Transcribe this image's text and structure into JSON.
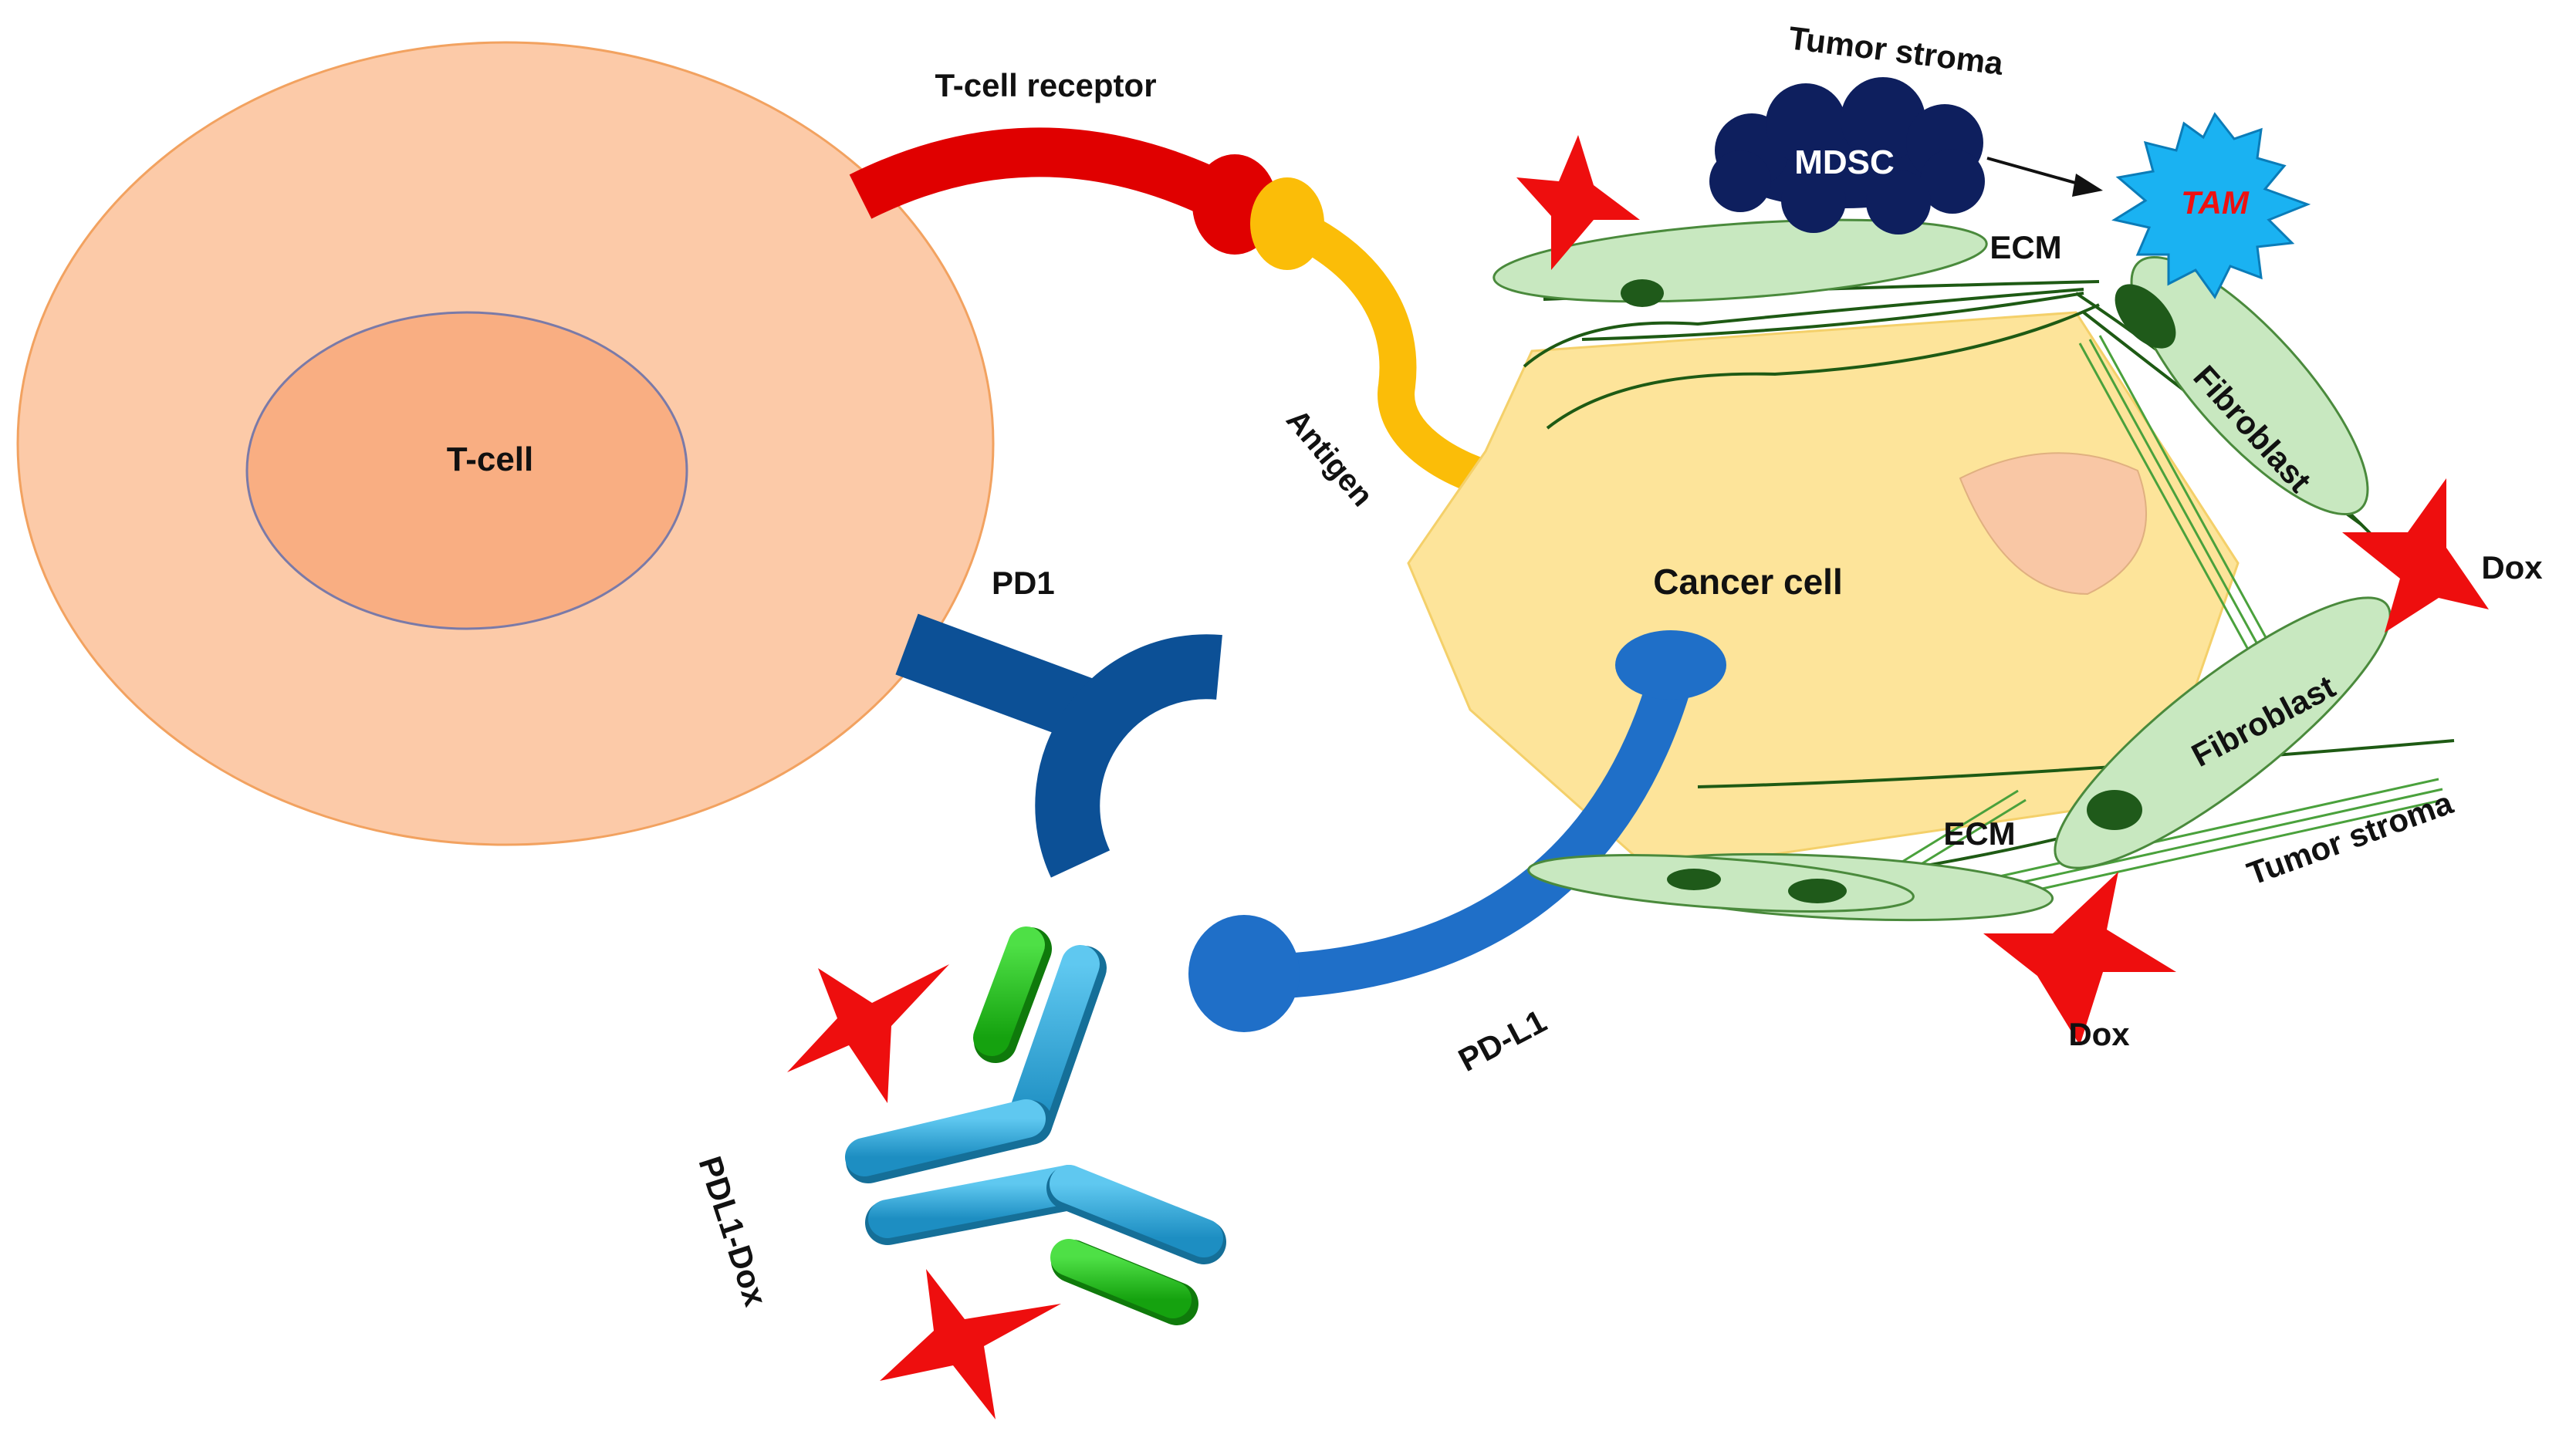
{
  "labels": {
    "t_cell": "T-cell",
    "t_cell_receptor": "T-cell receptor",
    "antigen": "Antigen",
    "pd1": "PD1",
    "pd_l1": "PD-L1",
    "pdl1_dox": "PDL1-Dox",
    "cancer_cell": "Cancer cell",
    "tumor_stroma_top": "Tumor stroma",
    "tumor_stroma_bottom": "Tumor stroma",
    "mdsc": "MDSC",
    "tam": "TAM",
    "ecm_top": "ECM",
    "ecm_bottom": "ECM",
    "fibroblast_top": "Fibroblast",
    "fibroblast_bottom": "Fibroblast",
    "dox_right": "Dox",
    "dox_bottom": "Dox"
  },
  "colors": {
    "t_cell_outer": "#fccaa8",
    "t_cell_inner": "#f9ae82",
    "tcr": "#e00000",
    "antigen": "#fbbd08",
    "pd1": "#0c5096",
    "pd_l1": "#1f6fc8",
    "cancer_cell": "#fde49a",
    "nucleus": "#f9c7a5",
    "fibroblast": "#c8e8c0",
    "fiber": "#1e5a14",
    "mdsc": "#0e1f5e",
    "tam": "#1ab2f2",
    "tam_text": "#ee1010",
    "dox_star": "#ee0e0e",
    "antibody": "#2aa8dc",
    "antibody_drug": "#22c21b"
  }
}
